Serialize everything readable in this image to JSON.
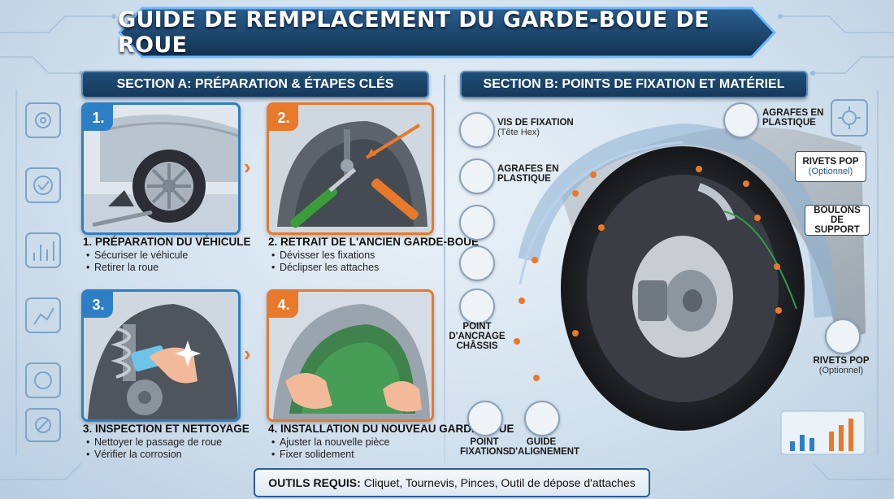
{
  "title": "GUIDE DE REMPLACEMENT DU GARDE-BOUE DE ROUE",
  "section_a": {
    "header": "SECTION A: PRÉPARATION & ÉTAPES CLÉS",
    "steps": [
      {
        "num": "1.",
        "title": "1. PRÉPARATION DU VÉHICULE",
        "bullets": [
          "Sécuriser le véhicule",
          "Retirer la roue"
        ]
      },
      {
        "num": "2.",
        "title": "2. RETRAIT DE L'ANCIEN GARDE-BOUE",
        "bullets": [
          "Dévisser les fixations",
          "Déclipser les attaches"
        ]
      },
      {
        "num": "3.",
        "title": "3. INSPECTION ET NETTOYAGE",
        "bullets": [
          "Nettoyer le passage de roue",
          "Vérifier la corrosion"
        ]
      },
      {
        "num": "4.",
        "title": "4. INSTALLATION DU NOUVEAU GARDE-BOUE",
        "bullets": [
          "Ajuster la nouvelle pièce",
          "Fixer solidement"
        ]
      }
    ]
  },
  "section_b": {
    "header": "SECTION B: POINTS DE FIXATION ET MATÉRIEL",
    "labels": {
      "vis": "VIS DE FIXATION",
      "vis_sub": "(Tête Hex)",
      "agrafes_left": "AGRAFES EN PLASTIQUE",
      "point_ancrage": "POINT D'ANCRAGE CHÂSSIS",
      "point_fixations": "POINT FIXATIONS",
      "guide_alignement": "GUIDE D'ALIGNEMENT",
      "agrafes_top": "AGRAFES EN PLASTIQUE",
      "rivets_top": "RIVETS POP",
      "rivets_top_sub": "(Optionnel)",
      "boulons": "BOULONS DE SUPPORT",
      "rivets_bottom": "RIVETS POP",
      "rivets_bottom_sub": "(Optionnel)"
    }
  },
  "tools": {
    "label": "OUTILS REQUIS:",
    "list": "Cliquet, Tournevis, Pinces, Outil de dépose d'attaches"
  },
  "colors": {
    "accent_blue": "#2d7fc5",
    "accent_orange": "#e8792b",
    "header_navy": "#1f4e78"
  }
}
